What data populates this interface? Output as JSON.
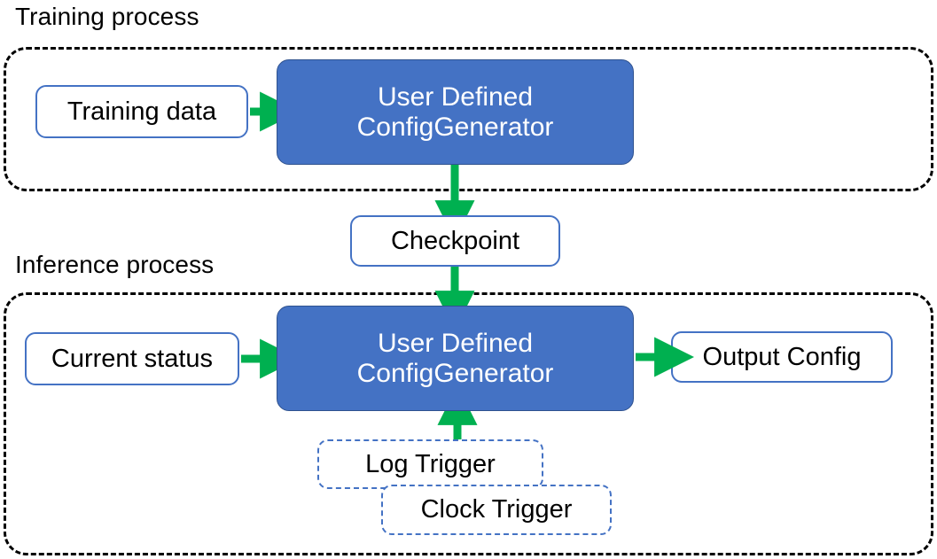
{
  "diagram": {
    "title_training": "Training process",
    "title_inference": "Inference process",
    "colors": {
      "primary_fill": "#4472C4",
      "primary_stroke": "#2F528F",
      "plain_stroke": "#4472C4",
      "trigger_stroke": "#4472C4",
      "arrow": "#00B050",
      "container_stroke": "#000000",
      "text_dark": "#000000",
      "text_light": "#FFFFFF",
      "background": "#FFFFFF"
    },
    "nodes": {
      "training_data": "Training data",
      "train_generator_line1": "User Defined",
      "train_generator_line2": "ConfigGenerator",
      "checkpoint": "Checkpoint",
      "current_status": "Current status",
      "infer_generator_line1": "User Defined",
      "infer_generator_line2": "ConfigGenerator",
      "output_config": "Output Config",
      "log_trigger": "Log Trigger",
      "clock_trigger": "Clock Trigger"
    },
    "edges": [
      {
        "id": "training-data-to-generator",
        "from": "Training data",
        "to": "User Defined ConfigGenerator",
        "direction": "right"
      },
      {
        "id": "train-generator-to-checkpoint",
        "from": "User Defined ConfigGenerator",
        "to": "Checkpoint",
        "direction": "down"
      },
      {
        "id": "checkpoint-to-infer-generator",
        "from": "Checkpoint",
        "to": "User Defined ConfigGenerator",
        "direction": "down"
      },
      {
        "id": "current-status-to-infer-generator",
        "from": "Current status",
        "to": "User Defined ConfigGenerator",
        "direction": "right"
      },
      {
        "id": "infer-generator-to-output-config",
        "from": "User Defined ConfigGenerator",
        "to": "Output Config",
        "direction": "right"
      },
      {
        "id": "triggers-to-infer-generator",
        "from": "Log Trigger / Clock Trigger",
        "to": "User Defined ConfigGenerator",
        "direction": "up"
      }
    ]
  }
}
